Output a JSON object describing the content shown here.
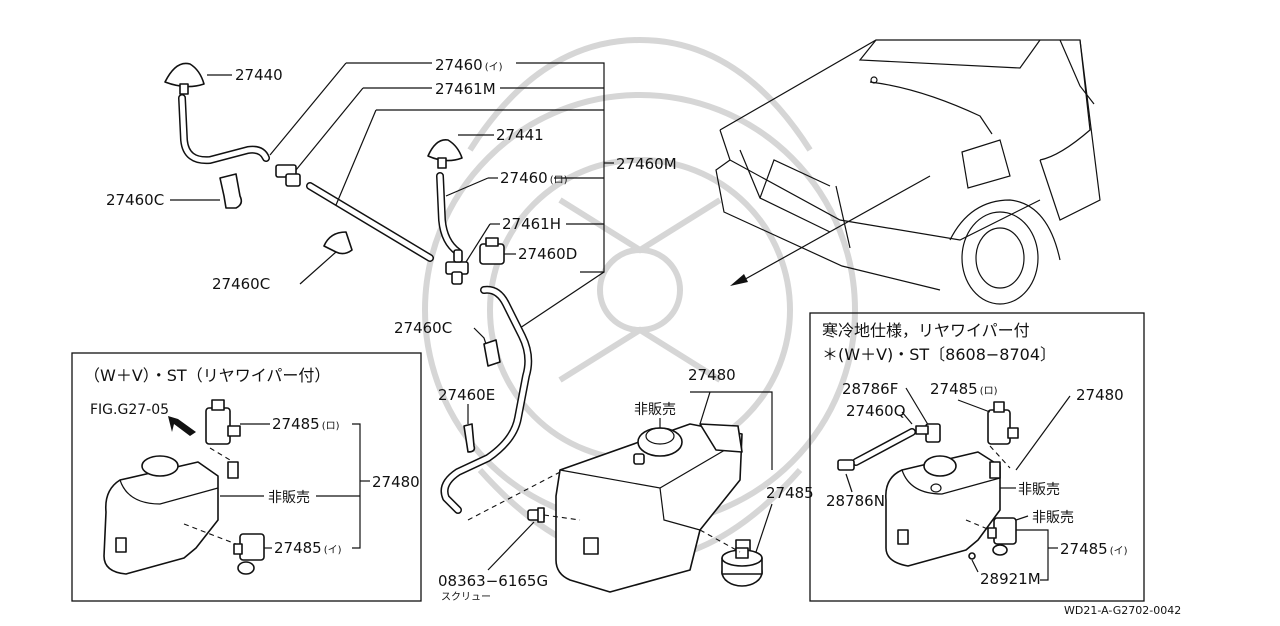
{
  "labels": {
    "p27440": "27440",
    "p27460_i": "27460",
    "p27460_i_suf": "(イ)",
    "p27461M": "27461M",
    "p27441": "27441",
    "p27460_ro": "27460",
    "p27460_ro_suf": "(ロ)",
    "p27460M": "27460M",
    "p27461H": "27461H",
    "p27460D": "27460D",
    "p27460C_1": "27460C",
    "p27460C_2": "27460C",
    "p27460C_3": "27460C",
    "p27460E": "27460E",
    "p27480_main": "27480",
    "hihanbai_main": "非販売",
    "p27485_main": "27485",
    "screw_code": "08363−6165G",
    "screw_name": "スクリュー"
  },
  "left_box": {
    "title": "（W＋V）・ST（リヤワイパー付）",
    "fig_ref": "FIG.G27-05",
    "p27485_ro": "27485",
    "p27485_ro_suf": "(ロ)",
    "p27480": "27480",
    "hihanbai": "非販売",
    "p27485_i": "27485",
    "p27485_i_suf": "(イ)"
  },
  "right_box": {
    "title_line1": "寒冷地仕様，リヤワイパー付",
    "title_line2": "＊(W＋V)・ST〔8608−8704〕",
    "p28786F": "28786F",
    "p27460Q": "27460Q",
    "p27485_ro": "27485",
    "p27485_ro_suf": "(ロ)",
    "p27480": "27480",
    "p28786N": "28786N",
    "hihanbai_1": "非販売",
    "hihanbai_2": "非販売",
    "p27485_i": "27485",
    "p27485_i_suf": "(イ)",
    "p28921M": "28921M"
  },
  "diagram_code": "WD21-A-G2702-0042",
  "colors": {
    "ink": "#111111",
    "watermark": "#d6d6d6",
    "background": "#ffffff"
  }
}
